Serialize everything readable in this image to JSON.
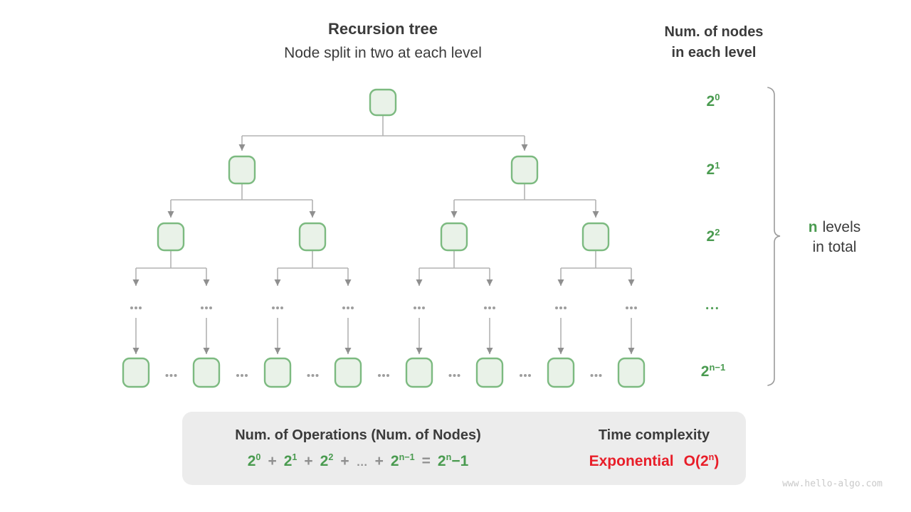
{
  "colors": {
    "green": "#4a9b50",
    "red": "#e81e29",
    "dark": "#3b3b3b",
    "node_fill": "#e9f2e8",
    "node_border": "#7cba80",
    "line_gray": "#b3b3b3",
    "arrow_gray": "#8f8f8f",
    "dots_gray": "#9e9e9e",
    "box_bg": "#ececec",
    "big_arrow": "#c4c4c4",
    "watermark": "#c9c9c9",
    "brace": "#9a9a9a"
  },
  "header": {
    "title": "Recursion tree",
    "subtitle": "Node split in two at each level",
    "right_title_line1": "Num. of nodes",
    "right_title_line2": "in each level"
  },
  "tree": {
    "levels": [
      {
        "name": "level-0",
        "label_tokens": [
          {
            "t": "2",
            "s": "0"
          }
        ]
      },
      {
        "name": "level-1",
        "label_tokens": [
          {
            "t": "2",
            "s": "1"
          }
        ]
      },
      {
        "name": "level-2",
        "label_tokens": [
          {
            "t": "2",
            "s": "2"
          }
        ]
      },
      {
        "name": "level-ellipsis",
        "label_tokens": [
          {
            "t": "•••",
            "cls": "dots"
          }
        ]
      },
      {
        "name": "level-n-1",
        "label_tokens": [
          {
            "t": "2",
            "s": "n−1"
          }
        ]
      }
    ]
  },
  "brace_annotation": {
    "line1_tokens": [
      {
        "t": "n",
        "cls": "g"
      },
      {
        "t": "levels"
      }
    ],
    "line2": "in total"
  },
  "summary_box": {
    "left_title": "Num. of Operations (Num. of Nodes)",
    "formula_tokens": [
      {
        "t": "2",
        "s": "0",
        "cls": "g"
      },
      {
        "t": "+",
        "cls": "op"
      },
      {
        "t": "2",
        "s": "1",
        "cls": "g"
      },
      {
        "t": "+",
        "cls": "op"
      },
      {
        "t": "2",
        "s": "2",
        "cls": "g"
      },
      {
        "t": "+",
        "cls": "op"
      },
      {
        "t": "…",
        "cls": "op sm"
      },
      {
        "t": "+",
        "cls": "op"
      },
      {
        "t": "2",
        "s": "n−1",
        "cls": "g"
      },
      {
        "t": "=",
        "cls": "op"
      },
      {
        "t": "2",
        "s": "n",
        "a": "−1",
        "cls": "g"
      }
    ],
    "right_title": "Time complexity",
    "complexity_tokens": [
      {
        "t": "Exponential",
        "cls": "word"
      },
      {
        "t": "O(2",
        "s": "n",
        "a": ")"
      }
    ]
  },
  "watermark": "www.hello-algo.com"
}
